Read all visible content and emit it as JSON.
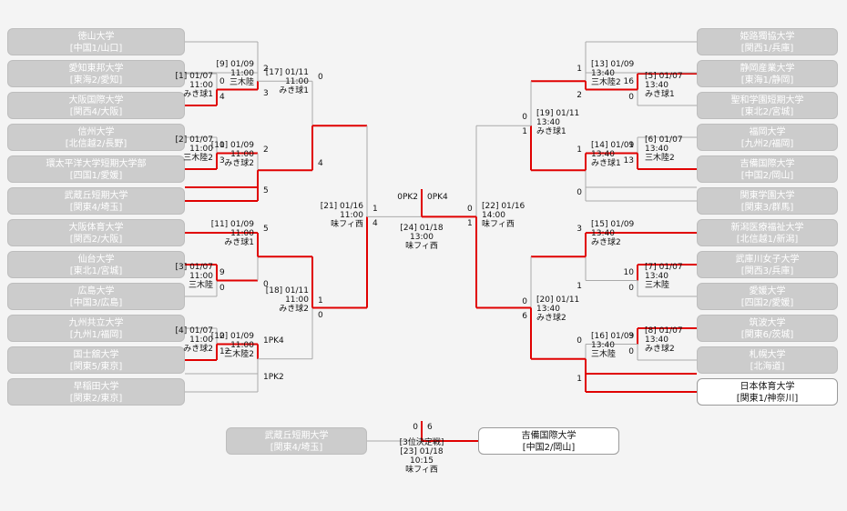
{
  "teams_left": [
    {
      "name": "徳山大学",
      "region": "[中国1/山口]"
    },
    {
      "name": "愛知東邦大学",
      "region": "[東海2/愛知]"
    },
    {
      "name": "大阪国際大学",
      "region": "[関西4/大阪]"
    },
    {
      "name": "信州大学",
      "region": "[北信越2/長野]"
    },
    {
      "name": "環太平洋大学短期大学部",
      "region": "[四国1/愛媛]"
    },
    {
      "name": "武蔵丘短期大学",
      "region": "[関東4/埼玉]"
    },
    {
      "name": "大阪体育大学",
      "region": "[関西2/大阪]"
    },
    {
      "name": "仙台大学",
      "region": "[東北1/宮城]"
    },
    {
      "name": "広島大学",
      "region": "[中国3/広島]"
    },
    {
      "name": "九州共立大学",
      "region": "[九州1/福岡]"
    },
    {
      "name": "国士舘大学",
      "region": "[関東5/東京]"
    },
    {
      "name": "早稲田大学",
      "region": "[関東2/東京]"
    }
  ],
  "teams_right": [
    {
      "name": "姫路獨協大学",
      "region": "[関西1/兵庫]"
    },
    {
      "name": "静岡産業大学",
      "region": "[東海1/静岡]"
    },
    {
      "name": "聖和学園短期大学",
      "region": "[東北2/宮城]"
    },
    {
      "name": "福岡大学",
      "region": "[九州2/福岡]"
    },
    {
      "name": "吉備国際大学",
      "region": "[中国2/岡山]"
    },
    {
      "name": "関東学園大学",
      "region": "[関東3/群馬]"
    },
    {
      "name": "新潟医療福祉大学",
      "region": "[北信越1/新潟]"
    },
    {
      "name": "武庫川女子大学",
      "region": "[関西3/兵庫]"
    },
    {
      "name": "愛媛大学",
      "region": "[四国2/愛媛]"
    },
    {
      "name": "筑波大学",
      "region": "[関東6/茨城]"
    },
    {
      "name": "札幌大学",
      "region": "[北海道]"
    },
    {
      "name": "日本体育大学",
      "region": "[関東1/神奈川]"
    }
  ],
  "third_place": {
    "left": {
      "name": "武蔵丘短期大学",
      "region": "[関東4/埼玉]"
    },
    "right": {
      "name": "吉備国際大学",
      "region": "[中国2/岡山]"
    },
    "title": "[3位決定戦]",
    "match": "[23] 01/18",
    "time": "10:15",
    "venue": "味フィ西",
    "score_left": "0",
    "score_right": "6"
  },
  "matches": [
    {
      "no": "[1] 01/07",
      "time": "11:00",
      "venue": "みき球1",
      "s1": "0",
      "s2": "4"
    },
    {
      "no": "[2] 01/07",
      "time": "11:00",
      "venue": "三木陸2",
      "s1": "1",
      "s2": "3"
    },
    {
      "no": "[3] 01/07",
      "time": "11:00",
      "venue": "三木陸",
      "s1": "9",
      "s2": "0"
    },
    {
      "no": "[4] 01/07",
      "time": "11:00",
      "venue": "みき球2",
      "s1": "0",
      "s2": "12"
    },
    {
      "no": "[5] 01/07",
      "time": "13:40",
      "venue": "みき球1",
      "s1": "16",
      "s2": "0"
    },
    {
      "no": "[6] 01/07",
      "time": "13:40",
      "venue": "三木陸2",
      "s1": "1",
      "s2": "13"
    },
    {
      "no": "[7] 01/07",
      "time": "13:40",
      "venue": "三木陸",
      "s1": "10",
      "s2": "0"
    },
    {
      "no": "[8] 01/07",
      "time": "13:40",
      "venue": "みき球2",
      "s1": "3",
      "s2": "0"
    },
    {
      "no": "[9] 01/09",
      "time": "11:00",
      "venue": "三木陸",
      "s1": "2",
      "s2": "3"
    },
    {
      "no": "[10] 01/09",
      "time": "11:00",
      "venue": "みき球2",
      "s1": "2",
      "s2": "5"
    },
    {
      "no": "[11] 01/09",
      "time": "11:00",
      "venue": "みき球1",
      "s1": "5",
      "s2": "0"
    },
    {
      "no": "[12] 01/09",
      "time": "11:00",
      "venue": "三木陸2",
      "s1": "1PK4",
      "s2": "1PK2"
    },
    {
      "no": "[13] 01/09",
      "time": "13:40",
      "venue": "三木陸2",
      "s1": "1",
      "s2": "2"
    },
    {
      "no": "[14] 01/09",
      "time": "13:40",
      "venue": "みき球1",
      "s1": "1",
      "s2": "0"
    },
    {
      "no": "[15] 01/09",
      "time": "13:40",
      "venue": "みき球2",
      "s1": "3",
      "s2": "1"
    },
    {
      "no": "[16] 01/09",
      "time": "13:40",
      "venue": "三木陸",
      "s1": "0",
      "s2": "1"
    },
    {
      "no": "[17] 01/11",
      "time": "11:00",
      "venue": "みき球1",
      "s1": "0",
      "s2": "4"
    },
    {
      "no": "[18] 01/11",
      "time": "11:00",
      "venue": "みき球2",
      "s1": "1",
      "s2": "0"
    },
    {
      "no": "[19] 01/11",
      "time": "13:40",
      "venue": "みき球1",
      "s1": "0",
      "s2": "1"
    },
    {
      "no": "[20] 01/11",
      "time": "13:40",
      "venue": "みき球2",
      "s1": "0",
      "s2": "6"
    },
    {
      "no": "[21] 01/16",
      "time": "11:00",
      "venue": "味フィ西",
      "s1": "1",
      "s2": "4"
    },
    {
      "no": "[22] 01/16",
      "time": "14:00",
      "venue": "味フィ西",
      "s1": "0",
      "s2": "1"
    },
    {
      "no": "[24] 01/18",
      "time": "13:00",
      "venue": "味フィ西",
      "s1": "0PK2",
      "s2": "0PK4"
    }
  ],
  "colors": {
    "win_line": "#e00000",
    "lose_line": "#aaaaaa",
    "team_box": "#cccccc",
    "team_box_active": "#ffffff"
  }
}
